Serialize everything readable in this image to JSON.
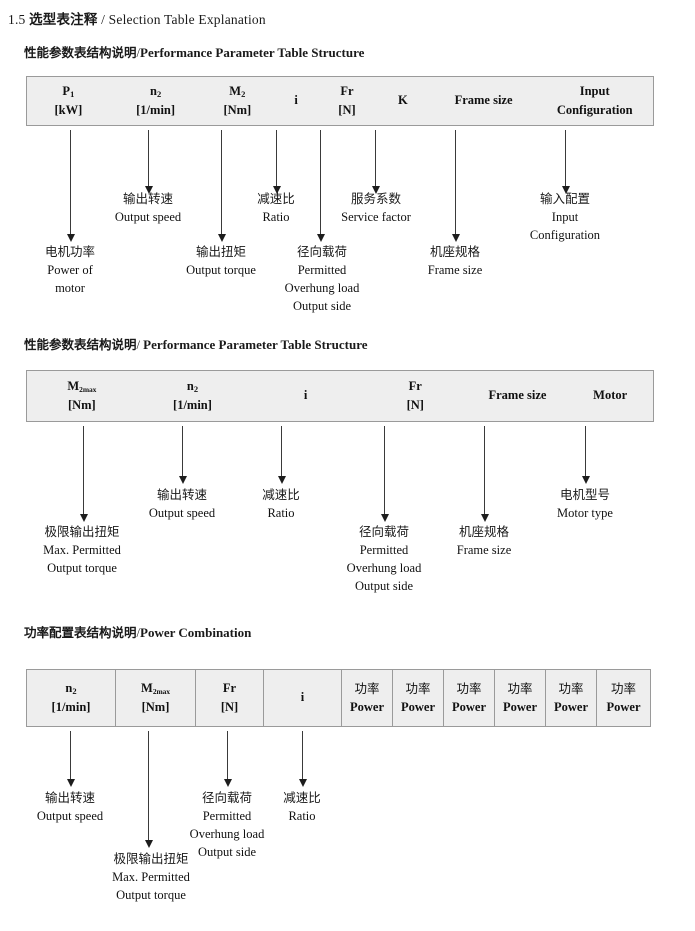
{
  "document": {
    "section_number": "1.5",
    "section_title_cn": "选型表注释",
    "section_separator": "/",
    "section_title_en": "Selection Table Explanation"
  },
  "colors": {
    "table_fill": "#eeeeee",
    "table_border": "#9a9a9a",
    "arrow": "#1d1d1d",
    "text": "#1a1a1a"
  },
  "sections": [
    {
      "heading_cn": "性能参数表结构说明",
      "heading_sep": "/",
      "heading_en": "Performance Parameter Table Structure",
      "table": {
        "gridded": false,
        "columns": [
          {
            "symbol": "P",
            "sub": "1",
            "unit": "[kW]"
          },
          {
            "symbol": "n",
            "sub": "2",
            "unit": "[1/min]"
          },
          {
            "symbol": "M",
            "sub": "2",
            "unit": "[Nm]"
          },
          {
            "symbol": "i",
            "sub": "",
            "unit": ""
          },
          {
            "symbol": "Fr",
            "sub": "",
            "unit": "[N]"
          },
          {
            "symbol": "K",
            "sub": "",
            "unit": ""
          },
          {
            "symbol": "Frame size",
            "sub": "",
            "unit": ""
          },
          {
            "symbol": "Input",
            "sub": "",
            "unit": "Configuration"
          }
        ]
      },
      "annotations": [
        {
          "cn": "电机功率",
          "en": [
            "Power of",
            "motor"
          ]
        },
        {
          "cn": "输出转速",
          "en": [
            "Output speed"
          ]
        },
        {
          "cn": "输出扭矩",
          "en": [
            "Output torque"
          ]
        },
        {
          "cn": "减速比",
          "en": [
            "Ratio"
          ]
        },
        {
          "cn": "径向载荷",
          "en": [
            "Permitted",
            "Overhung load",
            "Output side"
          ]
        },
        {
          "cn": "服务系数",
          "en": [
            "Service factor"
          ]
        },
        {
          "cn": "机座规格",
          "en": [
            "Frame size"
          ]
        },
        {
          "cn": "输入配置",
          "en": [
            "Input",
            "Configuration"
          ]
        }
      ]
    },
    {
      "heading_cn": "性能参数表结构说明",
      "heading_sep": "/",
      "heading_en": "Performance Parameter Table Structure",
      "table": {
        "gridded": false,
        "columns": [
          {
            "symbol": "M",
            "sub": "2max",
            "unit": "[Nm]"
          },
          {
            "symbol": "n",
            "sub": "2",
            "unit": "[1/min]"
          },
          {
            "symbol": "i",
            "sub": "",
            "unit": ""
          },
          {
            "symbol": "Fr",
            "sub": "",
            "unit": "[N]"
          },
          {
            "symbol": "Frame size",
            "sub": "",
            "unit": ""
          },
          {
            "symbol": "Motor",
            "sub": "",
            "unit": ""
          }
        ]
      },
      "annotations": [
        {
          "cn": "极限输出扭矩",
          "en": [
            "Max. Permitted",
            "Output  torque"
          ]
        },
        {
          "cn": "输出转速",
          "en": [
            "Output speed"
          ]
        },
        {
          "cn": "减速比",
          "en": [
            "Ratio"
          ]
        },
        {
          "cn": "径向载荷",
          "en": [
            "Permitted",
            "Overhung load",
            "Output side"
          ]
        },
        {
          "cn": "机座规格",
          "en": [
            "Frame size"
          ]
        },
        {
          "cn": "电机型号",
          "en": [
            "Motor type"
          ]
        }
      ]
    },
    {
      "heading_cn": "功率配置表结构说明",
      "heading_sep": "/",
      "heading_en": "Power Combination",
      "table": {
        "gridded": true,
        "columns": [
          {
            "symbol": "n",
            "sub": "2",
            "unit": "[1/min]"
          },
          {
            "symbol": "M",
            "sub": "2max",
            "unit": "[Nm]"
          },
          {
            "symbol": "Fr",
            "sub": "",
            "unit": "[N]"
          },
          {
            "symbol": "i",
            "sub": "",
            "unit": ""
          },
          {
            "symbol_cn": "功率",
            "symbol": "",
            "sub": "",
            "unit": "Power"
          },
          {
            "symbol_cn": "功率",
            "symbol": "",
            "sub": "",
            "unit": "Power"
          },
          {
            "symbol_cn": "功率",
            "symbol": "",
            "sub": "",
            "unit": "Power"
          },
          {
            "symbol_cn": "功率",
            "symbol": "",
            "sub": "",
            "unit": "Power"
          },
          {
            "symbol_cn": "功率",
            "symbol": "",
            "sub": "",
            "unit": "Power"
          },
          {
            "symbol_cn": "功率",
            "symbol": "",
            "sub": "",
            "unit": "Power"
          }
        ]
      },
      "annotations": [
        {
          "cn": "输出转速",
          "en": [
            "Output speed"
          ]
        },
        {
          "cn": "极限输出扭矩",
          "en": [
            "Max. Permitted",
            "Output  torque"
          ]
        },
        {
          "cn": "径向载荷",
          "en": [
            "Permitted",
            "Overhung load",
            "Output side"
          ]
        },
        {
          "cn": "减速比",
          "en": [
            "Ratio"
          ]
        }
      ]
    }
  ]
}
